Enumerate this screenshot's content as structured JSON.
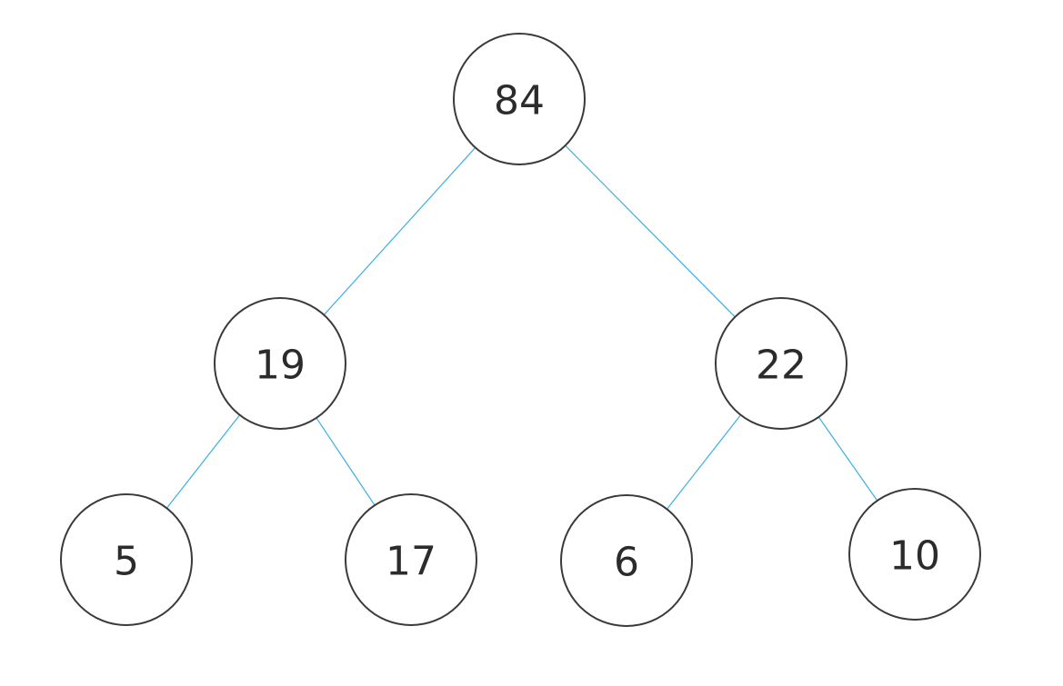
{
  "diagram": {
    "type": "binary-tree",
    "nodes": [
      {
        "id": "root",
        "value": "84"
      },
      {
        "id": "left",
        "value": "19"
      },
      {
        "id": "right",
        "value": "22"
      },
      {
        "id": "left-left",
        "value": "5"
      },
      {
        "id": "left-right",
        "value": "17"
      },
      {
        "id": "right-left",
        "value": "6"
      },
      {
        "id": "right-right",
        "value": "10"
      }
    ],
    "edges": [
      {
        "from": "root",
        "to": "left"
      },
      {
        "from": "root",
        "to": "right"
      },
      {
        "from": "left",
        "to": "left-left"
      },
      {
        "from": "left",
        "to": "left-right"
      },
      {
        "from": "right",
        "to": "right-left"
      },
      {
        "from": "right",
        "to": "right-right"
      }
    ]
  },
  "colors": {
    "edge": "#3bb0e0",
    "node_stroke": "#3a3a3a",
    "node_fill": "#ffffff",
    "label": "#2b2b2b"
  }
}
